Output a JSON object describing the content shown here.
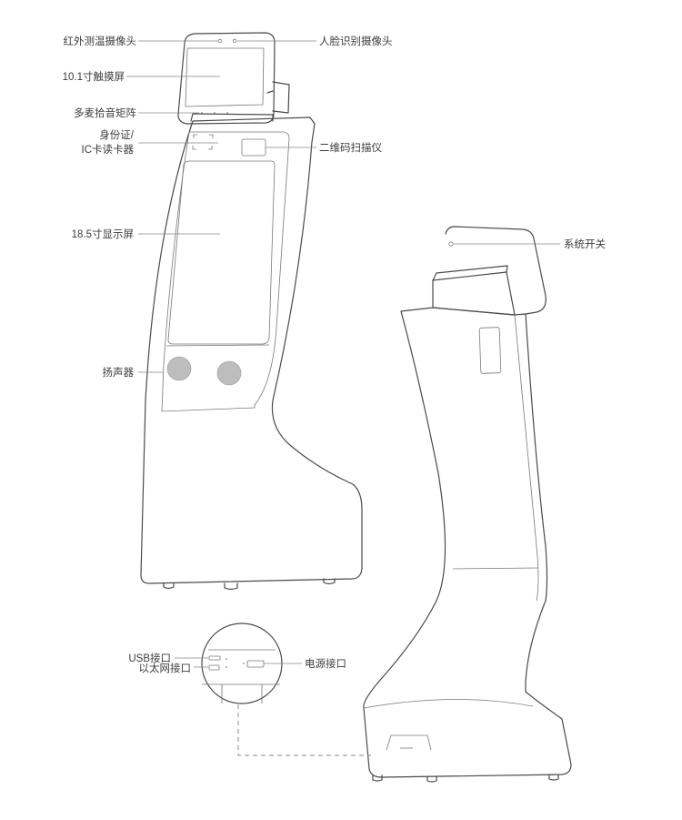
{
  "labels": {
    "ir_camera": "红外测温摄像头",
    "face_camera": "人脸识别摄像头",
    "touchscreen": "10.1寸触摸屏",
    "mic_array": "多麦拾音矩阵",
    "id_reader_line1": "身份证/",
    "id_reader_line2": "IC卡读卡器",
    "qr_scanner": "二维码扫描仪",
    "display": "18.5寸显示屏",
    "speaker": "扬声器",
    "power_switch": "系统开关",
    "usb_port": "USB接口",
    "ethernet_port": "以太网接口",
    "power_port": "电源接口"
  }
}
